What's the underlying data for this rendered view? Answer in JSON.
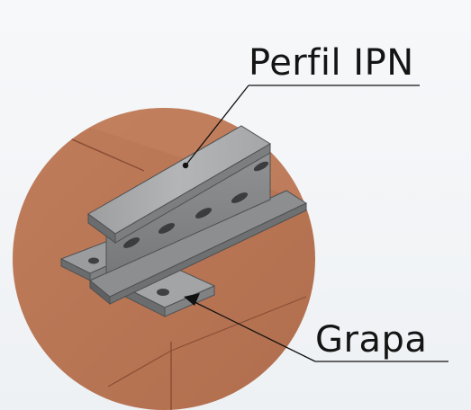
{
  "labels": {
    "profile": "Perfil IPN",
    "clip": "Grapa"
  },
  "colors": {
    "background": "#f4f6f8",
    "disc": "#b97656",
    "steel_light": "#a7a9ab",
    "steel_mid": "#8e9092",
    "steel_dark": "#5e6062",
    "leader_line": "#111111"
  },
  "icons": {
    "detail_disc": "magnified-detail-circle",
    "beam": "ipn-steel-beam",
    "clip": "mounting-clip"
  }
}
